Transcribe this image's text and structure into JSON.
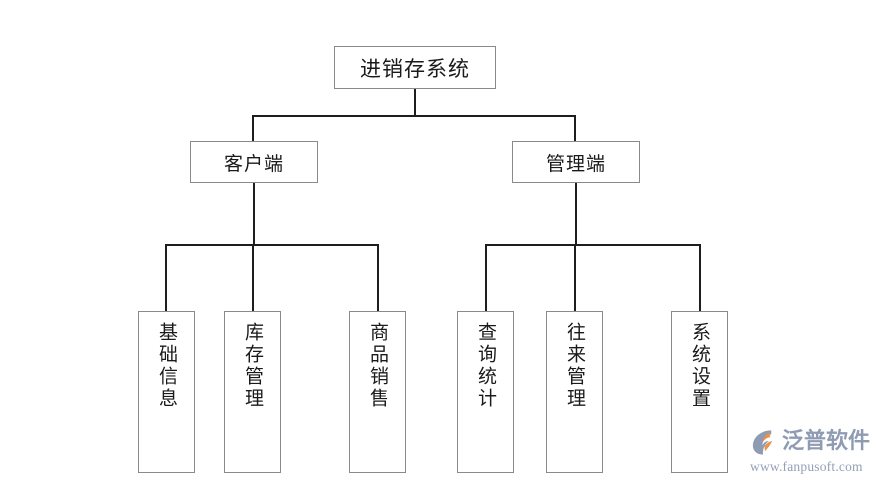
{
  "diagram": {
    "type": "organizational-tree",
    "title_node": {
      "label": "进销存系统"
    },
    "level2": [
      {
        "id": "client",
        "label": "客户端"
      },
      {
        "id": "admin",
        "label": "管理端"
      }
    ],
    "leaves": {
      "client": [
        {
          "id": "basic-info",
          "label": "基础信息"
        },
        {
          "id": "inventory-management",
          "label": "库存管理"
        },
        {
          "id": "product-sales",
          "label": "商品销售"
        }
      ],
      "admin": [
        {
          "id": "query-statistics",
          "label": "查询统计"
        },
        {
          "id": "transaction-management",
          "label": "往来管理"
        },
        {
          "id": "system-settings",
          "label": "系统设置"
        }
      ]
    },
    "colors": {
      "box_border": "#8a8a8a",
      "connector": "#1e1e1e",
      "text": "#1a1a1a",
      "background": "#ffffff"
    }
  },
  "watermark": {
    "brand_cn": "泛普软件",
    "url": "www.fanpusoft.com",
    "logo_colors": {
      "swoosh": "#8f9bb3",
      "accent": "#e8924a"
    }
  }
}
